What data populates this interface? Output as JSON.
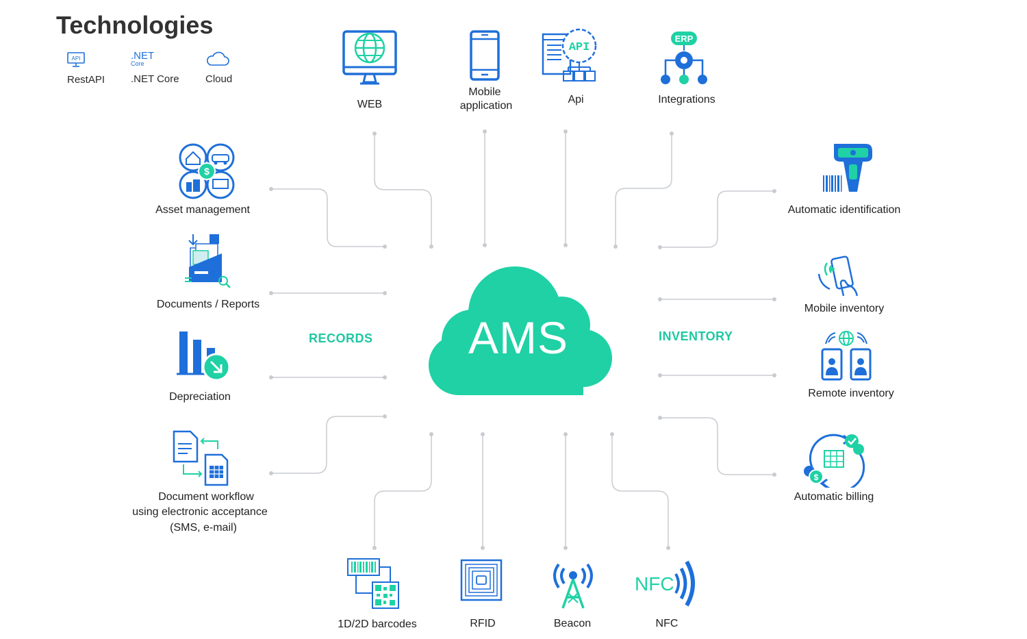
{
  "header": {
    "title": "Technologies"
  },
  "technologies": [
    {
      "label": "RestAPI",
      "icon": "api-monitor-icon"
    },
    {
      "label": ".NET Core",
      "icon": "dotnet-core-logo",
      "logo_main": ".NET",
      "logo_sub": "Core"
    },
    {
      "label": "Cloud",
      "icon": "cloud-icon"
    }
  ],
  "center": {
    "label": "AMS",
    "color": "#1fd1a5"
  },
  "sections": {
    "left": "RECORDS",
    "right": "INVENTORY",
    "color": "#1ec8a2"
  },
  "top_nodes": [
    {
      "label": "WEB",
      "icon": "web-monitor-icon"
    },
    {
      "label_line1": "Mobile",
      "label_line2": "application",
      "icon": "mobile-phone-icon"
    },
    {
      "label": "Api",
      "icon": "api-gear-icon"
    },
    {
      "label": "Integrations",
      "icon": "erp-integration-icon",
      "badge": "ERP"
    }
  ],
  "left_nodes": [
    {
      "label": "Asset management",
      "icon": "asset-management-icon"
    },
    {
      "label": "Documents / Reports",
      "icon": "documents-reports-icon"
    },
    {
      "label": "Depreciation",
      "icon": "depreciation-chart-icon"
    },
    {
      "label_line1": "Document workflow",
      "label_line2": "using electronic acceptance",
      "label_line3": "(SMS, e-mail)",
      "icon": "document-workflow-icon"
    }
  ],
  "right_nodes": [
    {
      "label": "Automatic identification",
      "icon": "barcode-scanner-icon"
    },
    {
      "label": "Mobile inventory",
      "icon": "mobile-inventory-icon"
    },
    {
      "label": "Remote inventory",
      "icon": "remote-inventory-icon"
    },
    {
      "label": "Automatic billing",
      "icon": "automatic-billing-icon"
    }
  ],
  "bottom_nodes": [
    {
      "label": "1D/2D barcodes",
      "icon": "barcodes-icon"
    },
    {
      "label": "RFID",
      "icon": "rfid-chip-icon"
    },
    {
      "label": "Beacon",
      "icon": "beacon-tower-icon"
    },
    {
      "label": "NFC",
      "icon": "nfc-icon",
      "logo_text": "NFC"
    }
  ],
  "colors": {
    "blue": "#1e6fd9",
    "green": "#1fd1a5",
    "wire": "#c8ccd0"
  }
}
